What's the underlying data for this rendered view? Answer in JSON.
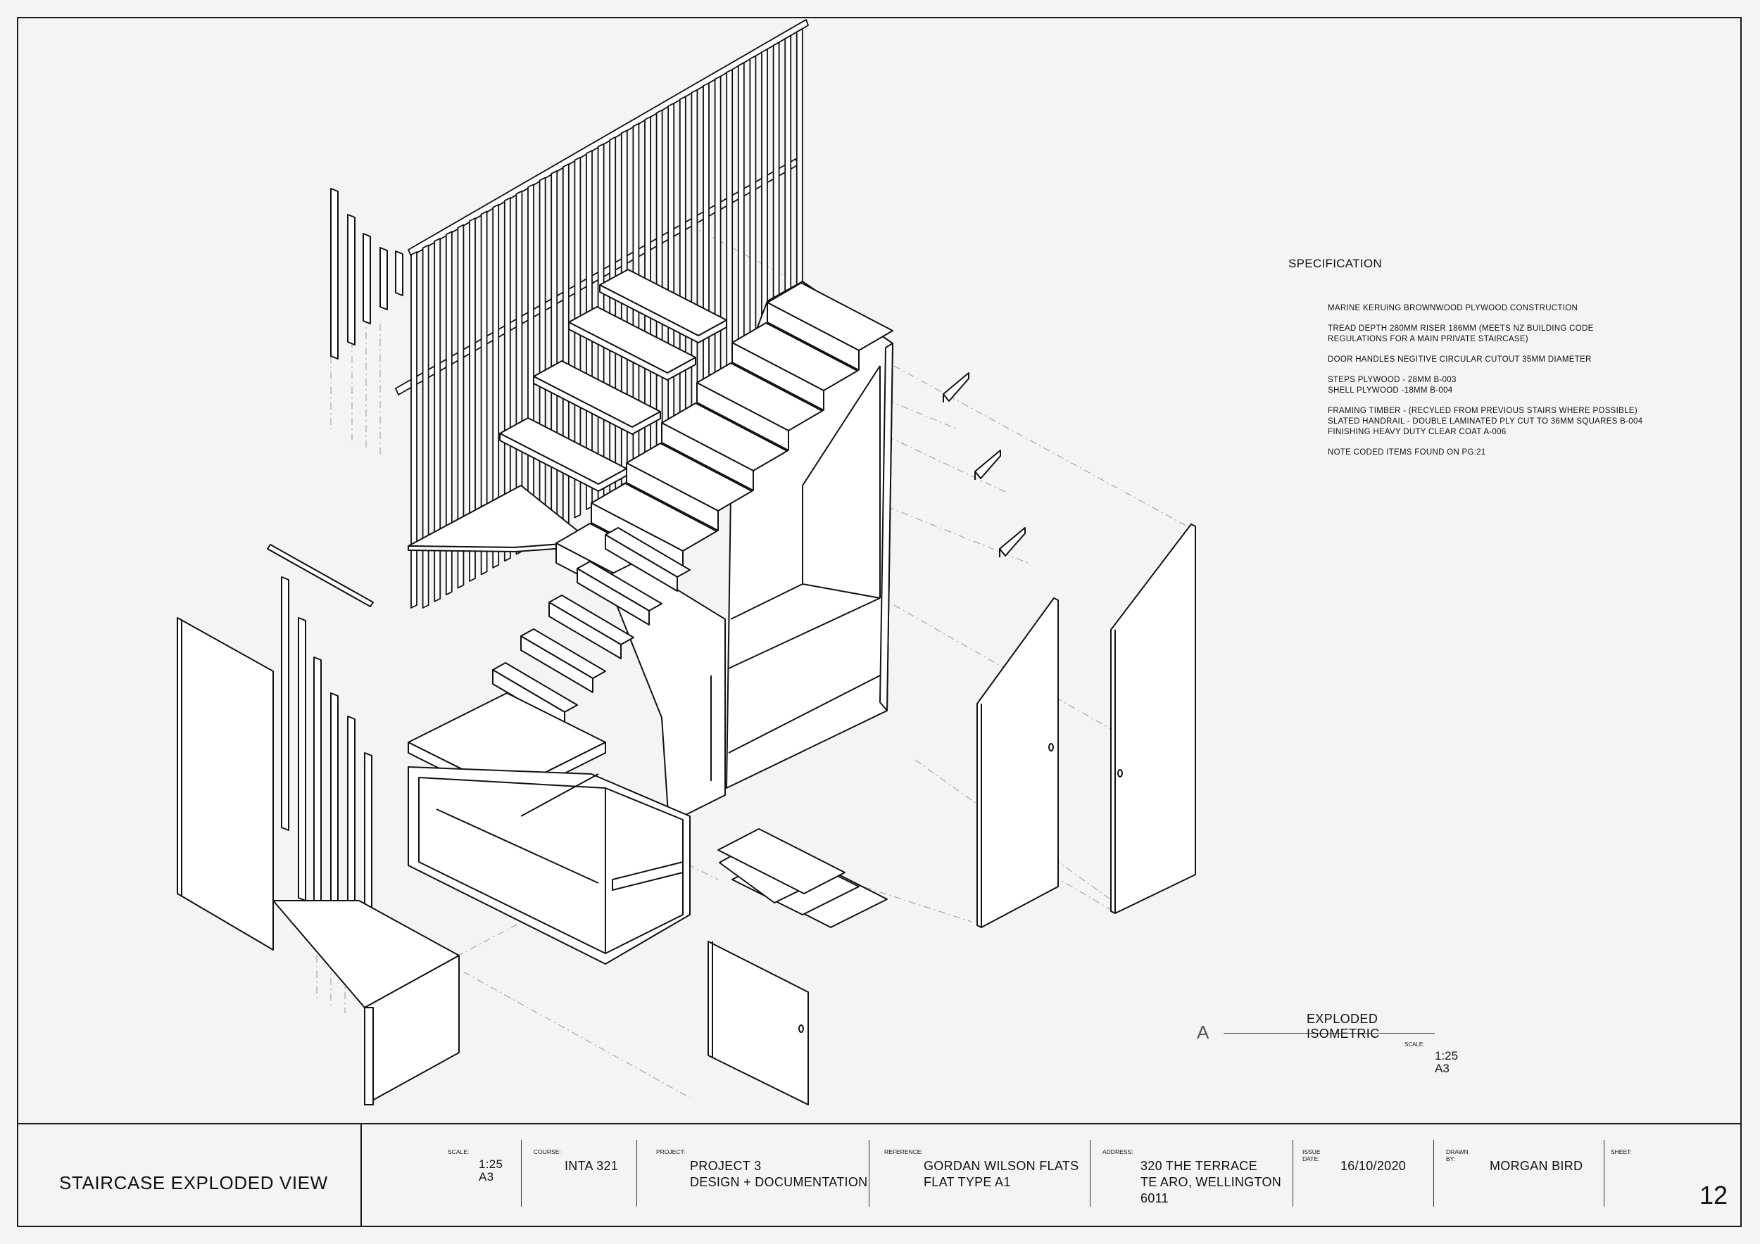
{
  "specification": {
    "title": "SPECIFICATION",
    "paragraphs": [
      [
        "MARINE KERUING BROWNWOOD PLYWOOD CONSTRUCTION"
      ],
      [
        "TREAD DEPTH 280MM RISER 186MM (MEETS NZ BUILDING CODE",
        "REGULATIONS FOR A MAIN PRIVATE STAIRCASE)"
      ],
      [
        "DOOR HANDLES NEGITIVE CIRCULAR CUTOUT 35MM DIAMETER"
      ],
      [
        "STEPS PLYWOOD - 28MM B-003",
        "SHELL PLYWOOD -18MM B-004"
      ],
      [
        "FRAMING TIMBER - (RECYLED FROM PREVIOUS STAIRS WHERE POSSIBLE)",
        "SLATED HANDRAIL - DOUBLE LAMINATED PLY CUT TO 36MM SQUARES B-004",
        "FINISHING HEAVY DUTY CLEAR COAT A-006"
      ],
      [
        "NOTE CODED ITEMS FOUND ON PG:21"
      ]
    ]
  },
  "view": {
    "letter": "A",
    "title": "EXPLODED ISOMETRIC",
    "scale_label": "SCALE:",
    "scale_value": "1:25\nA3"
  },
  "title_block": {
    "drawing_title": "STAIRCASE EXPLODED VIEW",
    "fields": [
      {
        "label": "SCALE:",
        "value": "1:25\nA3"
      },
      {
        "label": "COURSE:",
        "value": "INTA 321"
      },
      {
        "label": "PROJECT:",
        "value": "PROJECT 3\nDESIGN + DOCUMENTATION"
      },
      {
        "label": "REFERENCE:",
        "value": "GORDAN WILSON FLATS\nFLAT TYPE A1"
      },
      {
        "label": "ADDRESS:",
        "value": "320 THE TERRACE\nTE ARO, WELLINGTON\n6011"
      },
      {
        "label": "ISSUE DATE:",
        "value": "16/10/2020"
      },
      {
        "label": "DRAWN BY:",
        "value": "MORGAN BIRD"
      },
      {
        "label": "SHEET:",
        "value": "12"
      }
    ]
  }
}
